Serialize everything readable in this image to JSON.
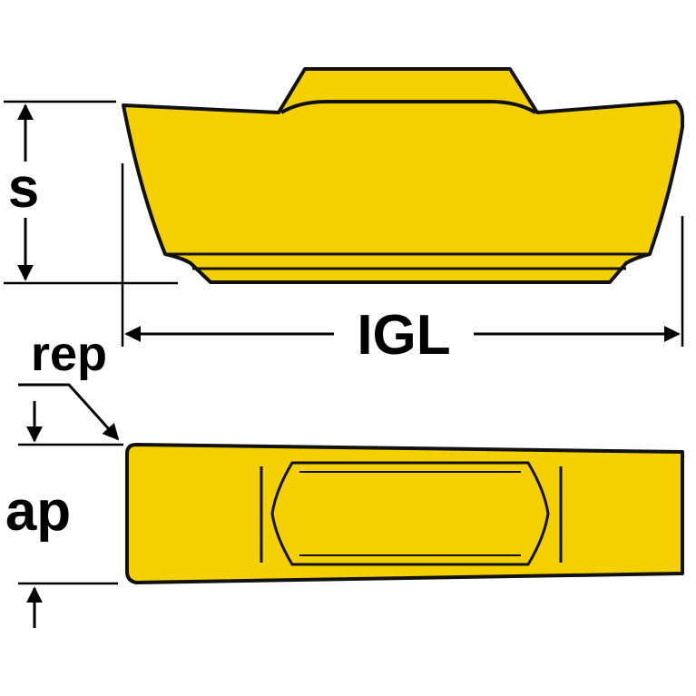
{
  "labels": {
    "s": "s",
    "igl": "IGL",
    "rep": "rep",
    "ap": "ap"
  },
  "colors": {
    "insert_fill": "#F5D000",
    "outline": "#111111",
    "background": "#FFFFFF"
  }
}
